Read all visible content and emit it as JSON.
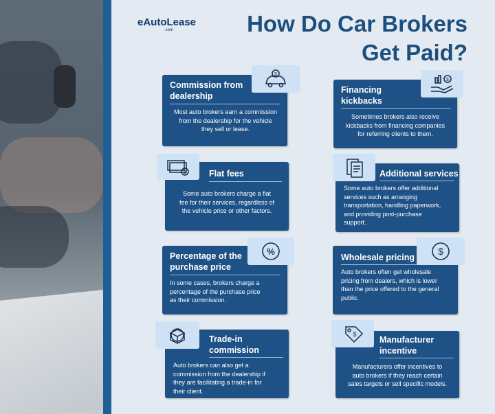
{
  "brand": {
    "name": "eAutoLease",
    "domain": ".com"
  },
  "title": {
    "line1": "How Do Car Brokers",
    "line2": "Get Paid?"
  },
  "cards": [
    {
      "heading_line1": "Commission from",
      "heading_line2": "dealership",
      "body": [
        "Most auto brokers earn a commission",
        "from the dealership for the vehicle",
        "they sell or lease."
      ],
      "icon": "car-money-icon"
    },
    {
      "heading_line1": "Financing",
      "heading_line2": "kickbacks",
      "body": [
        "Sometimes brokers also receive",
        "kickbacks from financing companies",
        "for referring clients to them."
      ],
      "icon": "hand-coins-icon"
    },
    {
      "heading_line1": "Flat fees",
      "heading_line2": "",
      "body": [
        "Some auto brokers charge a flat",
        "fee for their services, regardless of",
        "the vehicle price or other factors."
      ],
      "icon": "cash-stack-icon"
    },
    {
      "heading_line1": "Additional services",
      "heading_line2": "",
      "body": [
        "Some auto brokers offer additional",
        "services such as arranging",
        "transportation, handling paperwork,",
        "and providing post-purchase",
        "support."
      ],
      "icon": "documents-icon"
    },
    {
      "heading_line1": "Percentage of the",
      "heading_line2": "purchase price",
      "body": [
        "In some cases, brokers charge a",
        "percentage of the purchase price",
        "as their commission."
      ],
      "icon": "percent-icon"
    },
    {
      "heading_line1": "Wholesale pricing",
      "heading_line2": "",
      "body": [
        "Auto brokers often get wholesale",
        "pricing from dealers, which is lower",
        "than the price offered to the general",
        "public."
      ],
      "icon": "dollar-icon"
    },
    {
      "heading_line1": "Trade-in",
      "heading_line2": "commission",
      "body": [
        "Auto brokers can also get a",
        "commission from the dealership if",
        "they are facilitating a trade-in for",
        "their client."
      ],
      "icon": "box-money-icon"
    },
    {
      "heading_line1": "Manufacturer",
      "heading_line2": "incentive",
      "body": [
        "Manufacturers offer incentives to",
        "auto brokers if they reach certain",
        "sales targets or sell specific models."
      ],
      "icon": "price-tag-icon"
    }
  ]
}
